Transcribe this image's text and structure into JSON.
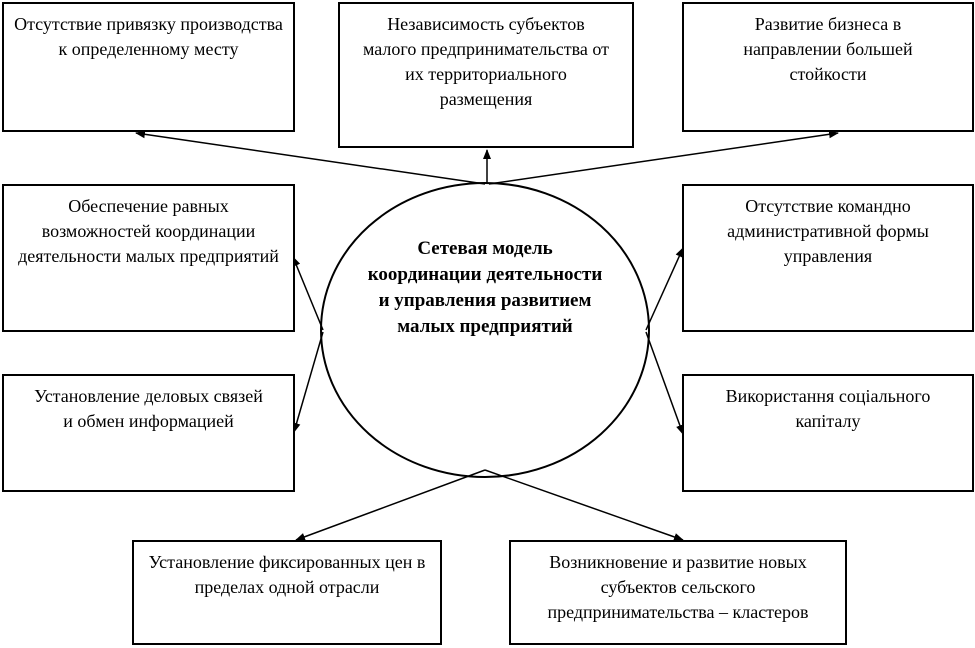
{
  "center": {
    "label": "Сетевая модель координации деятельности и управления развитием малых предприятий"
  },
  "nodes": {
    "top_left": "Отсутствие привязку производства к определенному месту",
    "top_center": "Независимость субъектов малого предпринимательства от их территориального размещения",
    "top_right": "Развитие бизнеса в направлении большей стойкости",
    "mid_left": "Обеспечение равных возможностей координации деятельности малых предприятий",
    "low_left": "Установление деловых связей и обмен информацией",
    "mid_right": "Отсутствие командно административной формы управления",
    "low_right": "Використання соціального капіталу",
    "bottom_left": "Установление фиксированных цен в пределах одной отрасли",
    "bottom_right": "Возникновение и развитие новых субъектов сельского предпринимательства – кластеров"
  },
  "colors": {
    "stroke": "#000000",
    "background": "#ffffff"
  }
}
